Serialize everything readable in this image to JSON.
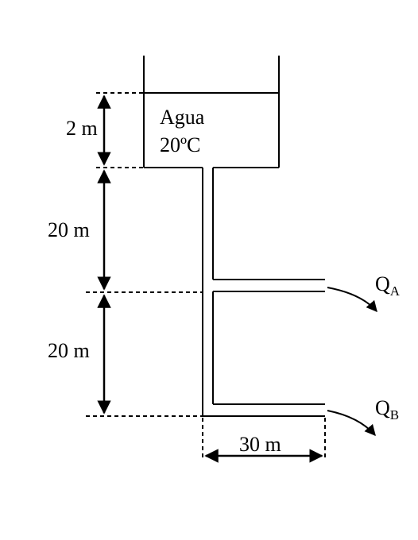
{
  "tank": {
    "fluid": "Agua",
    "temperature": "20ºC"
  },
  "dimensions": {
    "tank_depth": "2 m",
    "upper_height": "20 m",
    "lower_height": "20 m",
    "branch_length": "30 m"
  },
  "flows": {
    "a_letter": "Q",
    "a_subscript": "A",
    "b_letter": "Q",
    "b_subscript": "B"
  },
  "colors": {
    "stroke": "#000000",
    "background": "#ffffff"
  }
}
